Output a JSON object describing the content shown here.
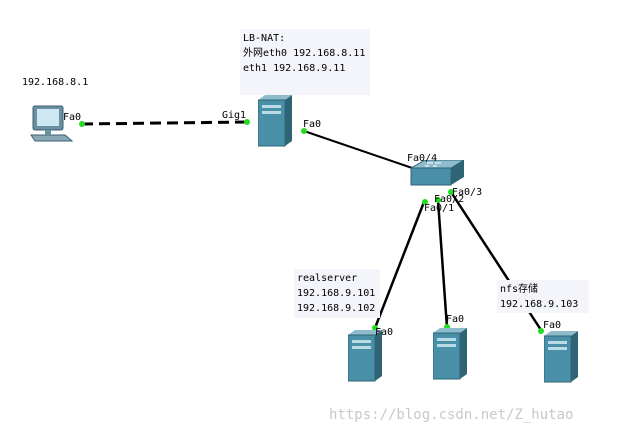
{
  "pc": {
    "ip": "192.168.8.1",
    "port": "Fa0"
  },
  "lb": {
    "note": [
      "LB-NAT:",
      "外网eth0 192.168.8.11",
      "eth1 192.168.9.11"
    ],
    "ports": {
      "to_pc": "Gig1",
      "to_switch": "Fa0"
    }
  },
  "switch": {
    "ports": {
      "to_lb": "Fa0/4",
      "to_rs1": "Fa0/1",
      "to_rs2": "Fa0/2",
      "to_nfs": "Fa0/3"
    }
  },
  "realserver": {
    "note": [
      "realserver",
      "192.168.9.101",
      "192.168.9.102"
    ]
  },
  "server1": {
    "port": "Fa0"
  },
  "server2": {
    "port": "Fa0"
  },
  "nfs": {
    "note": [
      "nfs存储",
      " 192.168.9.103"
    ],
    "port": "Fa0"
  },
  "watermark": "https://blog.csdn.net/Z_hutao",
  "colors": {
    "link": "#000000",
    "port_dot": "#22dd22",
    "device": "#4a8fa8",
    "note_bg": "#f4f5fb"
  }
}
